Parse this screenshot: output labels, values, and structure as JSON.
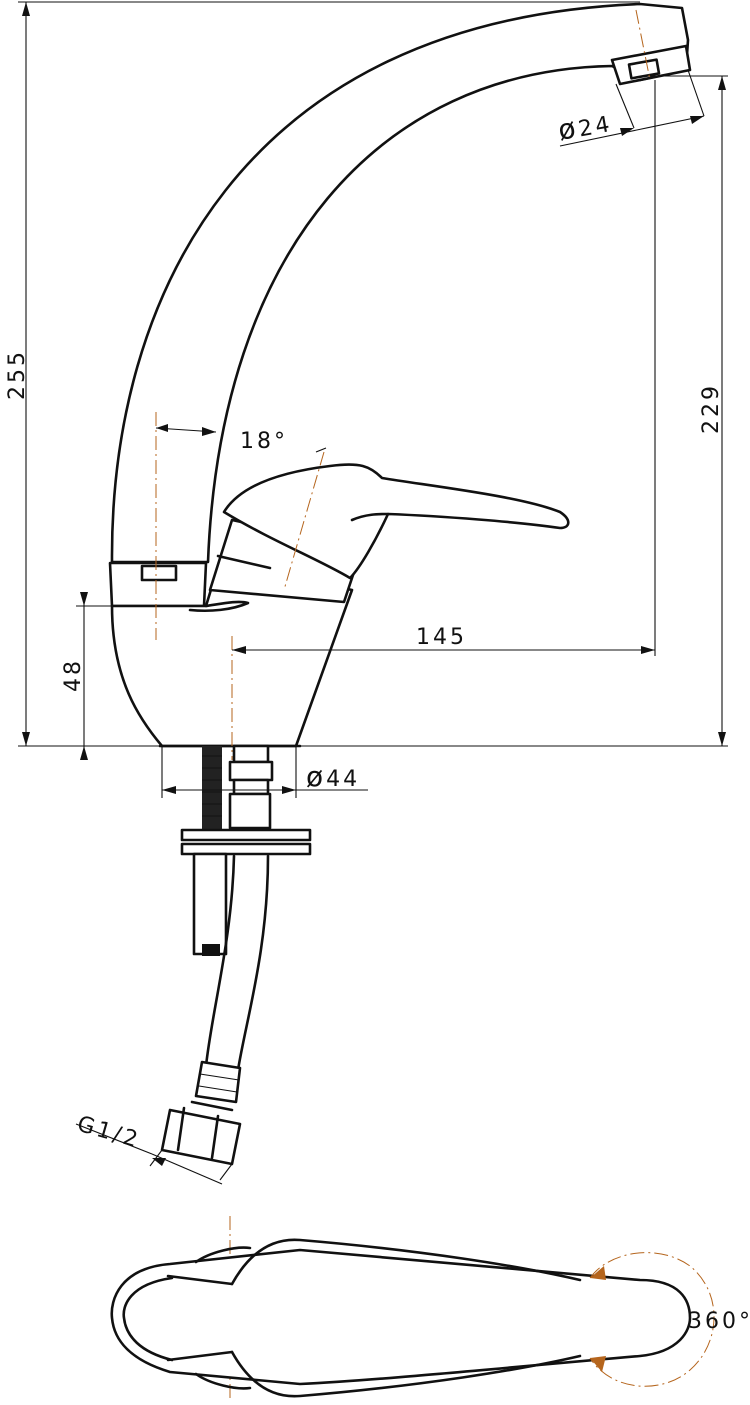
{
  "dimensions": {
    "total_height": "255",
    "spout_height": "229",
    "spout_reach": "145",
    "body_height": "48",
    "aerator_diameter": "24",
    "base_diameter": "44",
    "spout_angle": "18°",
    "rotation": "360°",
    "connection_thread": "G1/2"
  },
  "symbols": {
    "diameter": "ø"
  },
  "colors": {
    "lines": "#111111",
    "center_lines": "#b5651d",
    "background": "#ffffff"
  }
}
